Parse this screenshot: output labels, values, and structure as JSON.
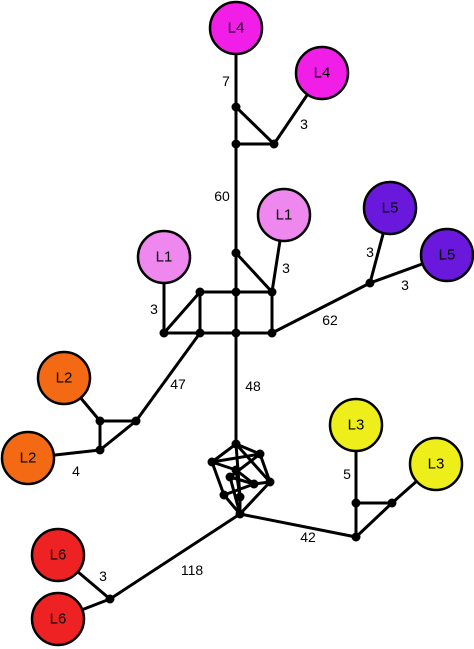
{
  "leaves": [
    {
      "id": "l4-top",
      "label": "L4",
      "color": "#f01ee6"
    },
    {
      "id": "l4-right",
      "label": "L4",
      "color": "#f01ee6"
    },
    {
      "id": "l1-center",
      "label": "L1",
      "color": "#ee88ee"
    },
    {
      "id": "l1-left",
      "label": "L1",
      "color": "#ee88ee"
    },
    {
      "id": "l5-top",
      "label": "L5",
      "color": "#6a18dc"
    },
    {
      "id": "l5-right",
      "label": "L5",
      "color": "#6a18dc"
    },
    {
      "id": "l2-top",
      "label": "L2",
      "color": "#f46a14"
    },
    {
      "id": "l2-bottom",
      "label": "L2",
      "color": "#f46a14"
    },
    {
      "id": "l3-top",
      "label": "L3",
      "color": "#eeee1a"
    },
    {
      "id": "l3-right",
      "label": "L3",
      "color": "#eeee1a"
    },
    {
      "id": "l6-top",
      "label": "L6",
      "color": "#ee2222"
    },
    {
      "id": "l6-bottom",
      "label": "L6",
      "color": "#ee2222"
    }
  ],
  "edge_labels": {
    "l4_top_branch": "7",
    "l4_right_branch": "3",
    "trunk_upper": "60",
    "l1_center_branch": "3",
    "l1_left_branch": "3",
    "l5_top_branch": "3",
    "l5_right_branch": "3",
    "l5_trunk": "62",
    "l2_trunk": "47",
    "l2_bottom_branch": "4",
    "trunk_lower": "48",
    "l3_top_branch": "5",
    "l3_trunk": "42",
    "l6_trunk": "118",
    "l6_top_branch": "3"
  }
}
